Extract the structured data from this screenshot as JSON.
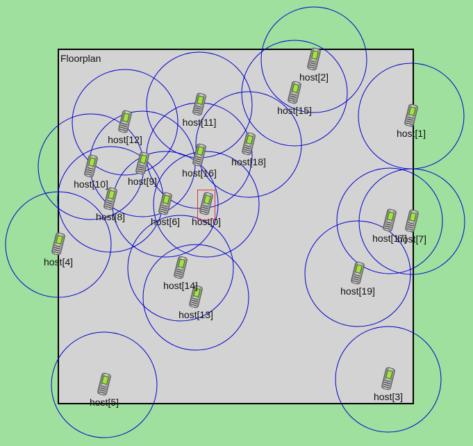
{
  "floorplan_label": "Floorplan",
  "colors": {
    "background": "#9fe09f",
    "floorplan": "#d3d3d3",
    "range_circle": "#0000cc",
    "selection": "#e03030",
    "phone_screen": "#a7e04a"
  },
  "hosts": [
    {
      "label": "host[0]",
      "selected": true
    },
    {
      "label": "host[1]"
    },
    {
      "label": "host[2]"
    },
    {
      "label": "host[3]"
    },
    {
      "label": "host[4]"
    },
    {
      "label": "host[5]"
    },
    {
      "label": "host[6]"
    },
    {
      "label": "host[7]"
    },
    {
      "label": "host[8]"
    },
    {
      "label": "host[9]"
    },
    {
      "label": "host[10]"
    },
    {
      "label": "host[11]"
    },
    {
      "label": "host[12]"
    },
    {
      "label": "host[13]"
    },
    {
      "label": "host[14]"
    },
    {
      "label": "host[15]"
    },
    {
      "label": "host[16]"
    },
    {
      "label": "host[17]"
    },
    {
      "label": "host[18]"
    },
    {
      "label": "host[19]"
    }
  ]
}
